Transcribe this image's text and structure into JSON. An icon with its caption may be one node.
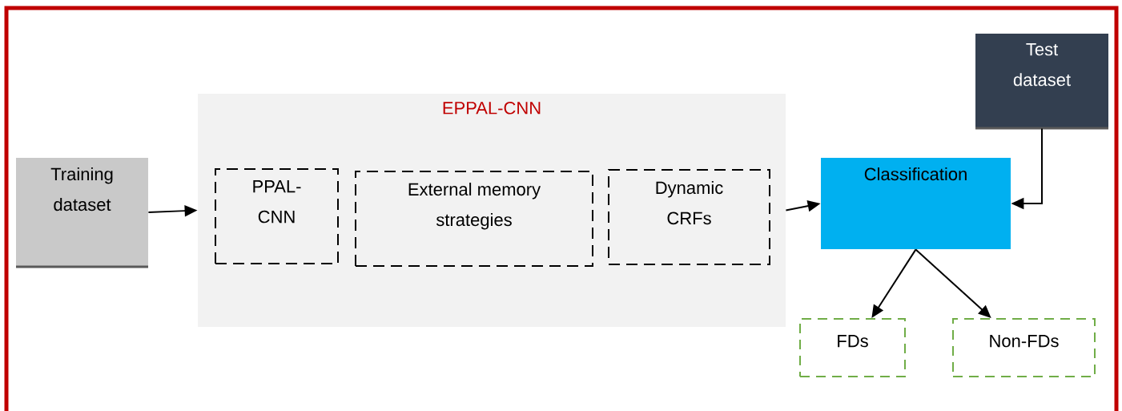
{
  "diagram": {
    "nodes": [
      {
        "text": [
          "Training dataset"
        ]
      },
      {
        "text": [
          "EPPAL-CNN"
        ]
      },
      {
        "text": [
          "PPAL-CNN"
        ],
        "in": 1
      },
      {
        "text": [
          "External memory strategies"
        ],
        "in": 1
      },
      {
        "text": [
          "Dynamic CRFs"
        ],
        "in": 1
      },
      {
        "text": [
          "Test dataset"
        ]
      },
      {
        "text": [
          "Classification"
        ]
      },
      {
        "text": [
          "FDs"
        ]
      },
      {
        "text": [
          "Non-FDs"
        ]
      }
    ],
    "edges": [
      {
        "from": 0,
        "to": 1,
        "arrow": "to"
      },
      {
        "from": 1,
        "to": 6,
        "arrow": "to"
      },
      {
        "from": 5,
        "to": 6,
        "arrow": "to"
      },
      {
        "from": 6,
        "to": 7,
        "arrow": "to"
      },
      {
        "from": 6,
        "to": 8,
        "arrow": "to"
      }
    ]
  }
}
